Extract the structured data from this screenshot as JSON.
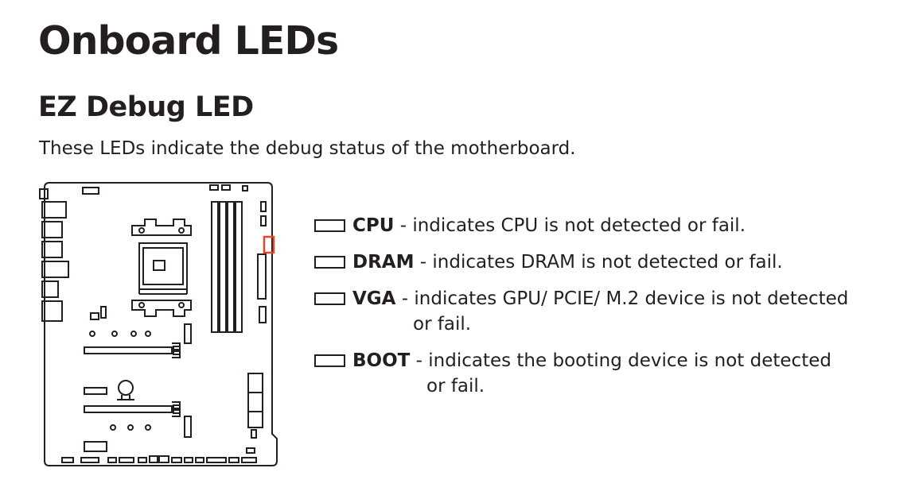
{
  "page_title": "Onboard LEDs",
  "section_title": "EZ Debug LED",
  "intro": "These LEDs indicate the debug status of the motherboard.",
  "highlight_color": "#e8462c",
  "leds": [
    {
      "name": "CPU",
      "text": " - indicates CPU is not detected or fail.",
      "cont": ""
    },
    {
      "name": "DRAM",
      "text": " - indicates DRAM is not detected or fail.",
      "cont": ""
    },
    {
      "name": "VGA",
      "text": " - indicates GPU/ PCIE/ M.2 device is not detected",
      "cont": "or fail."
    },
    {
      "name": "BOOT",
      "text": " - indicates the booting device is not detected",
      "cont": "or fail."
    }
  ]
}
